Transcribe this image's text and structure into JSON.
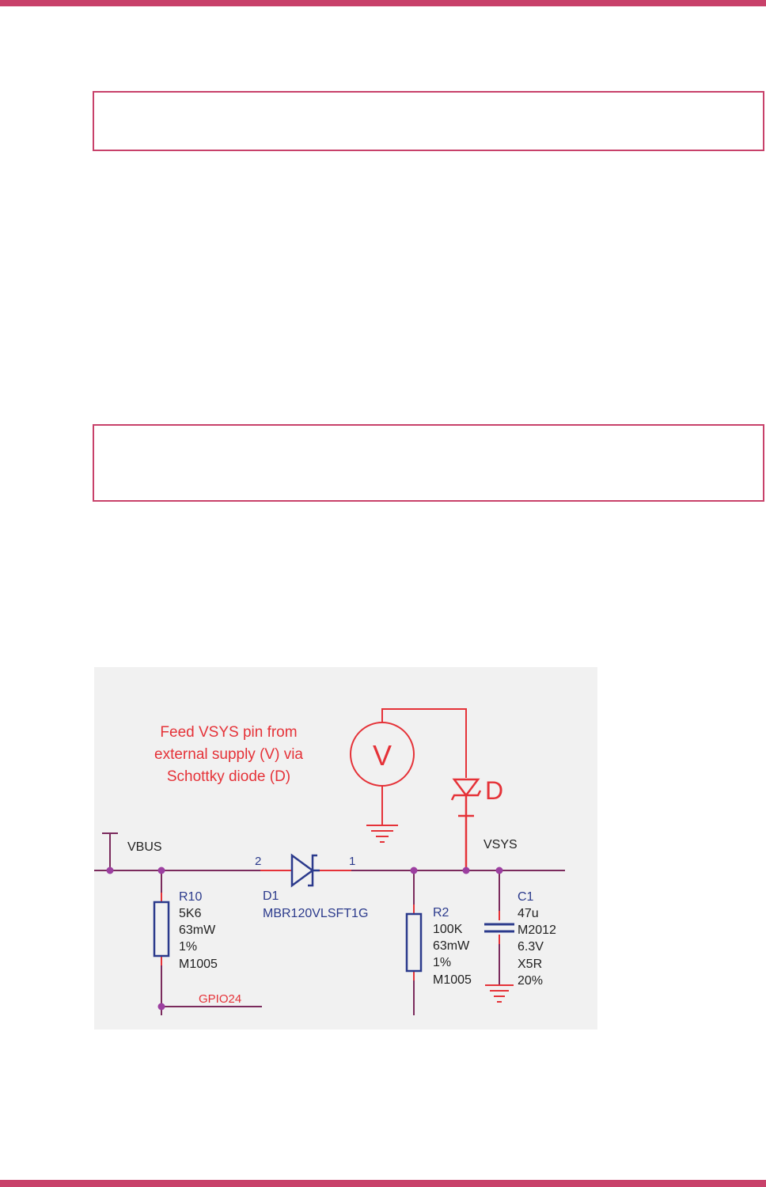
{
  "colors": {
    "page_accent": "#c8416a",
    "wire": "#7b2b5d",
    "junction": "#9c3fa0",
    "component_blue": "#2b3a8c",
    "overlay_red": "#e53238",
    "text_dark": "#222222",
    "figure_bg": "#f1f1f1"
  },
  "annotation": {
    "lines": [
      "Feed VSYS pin from",
      "external supply (V) via",
      "Schottky diode (D)"
    ],
    "source_label": "V",
    "diode_label": "D"
  },
  "nets": {
    "vbus": "VBUS",
    "vsys": "VSYS",
    "gpio": "GPIO24"
  },
  "components": {
    "r10": {
      "ref": "R10",
      "value": "5K6",
      "power": "63mW",
      "tolerance": "1%",
      "package": "M1005"
    },
    "d1": {
      "ref": "D1",
      "part": "MBR120VLSFT1G",
      "pin_anode": "2",
      "pin_cathode": "1"
    },
    "r2": {
      "ref": "R2",
      "value": "100K",
      "power": "63mW",
      "tolerance": "1%",
      "package": "M1005"
    },
    "c1": {
      "ref": "C1",
      "value": "47u",
      "package": "M2012",
      "voltage": "6.3V",
      "dielectric": "X5R",
      "tolerance": "20%"
    }
  }
}
